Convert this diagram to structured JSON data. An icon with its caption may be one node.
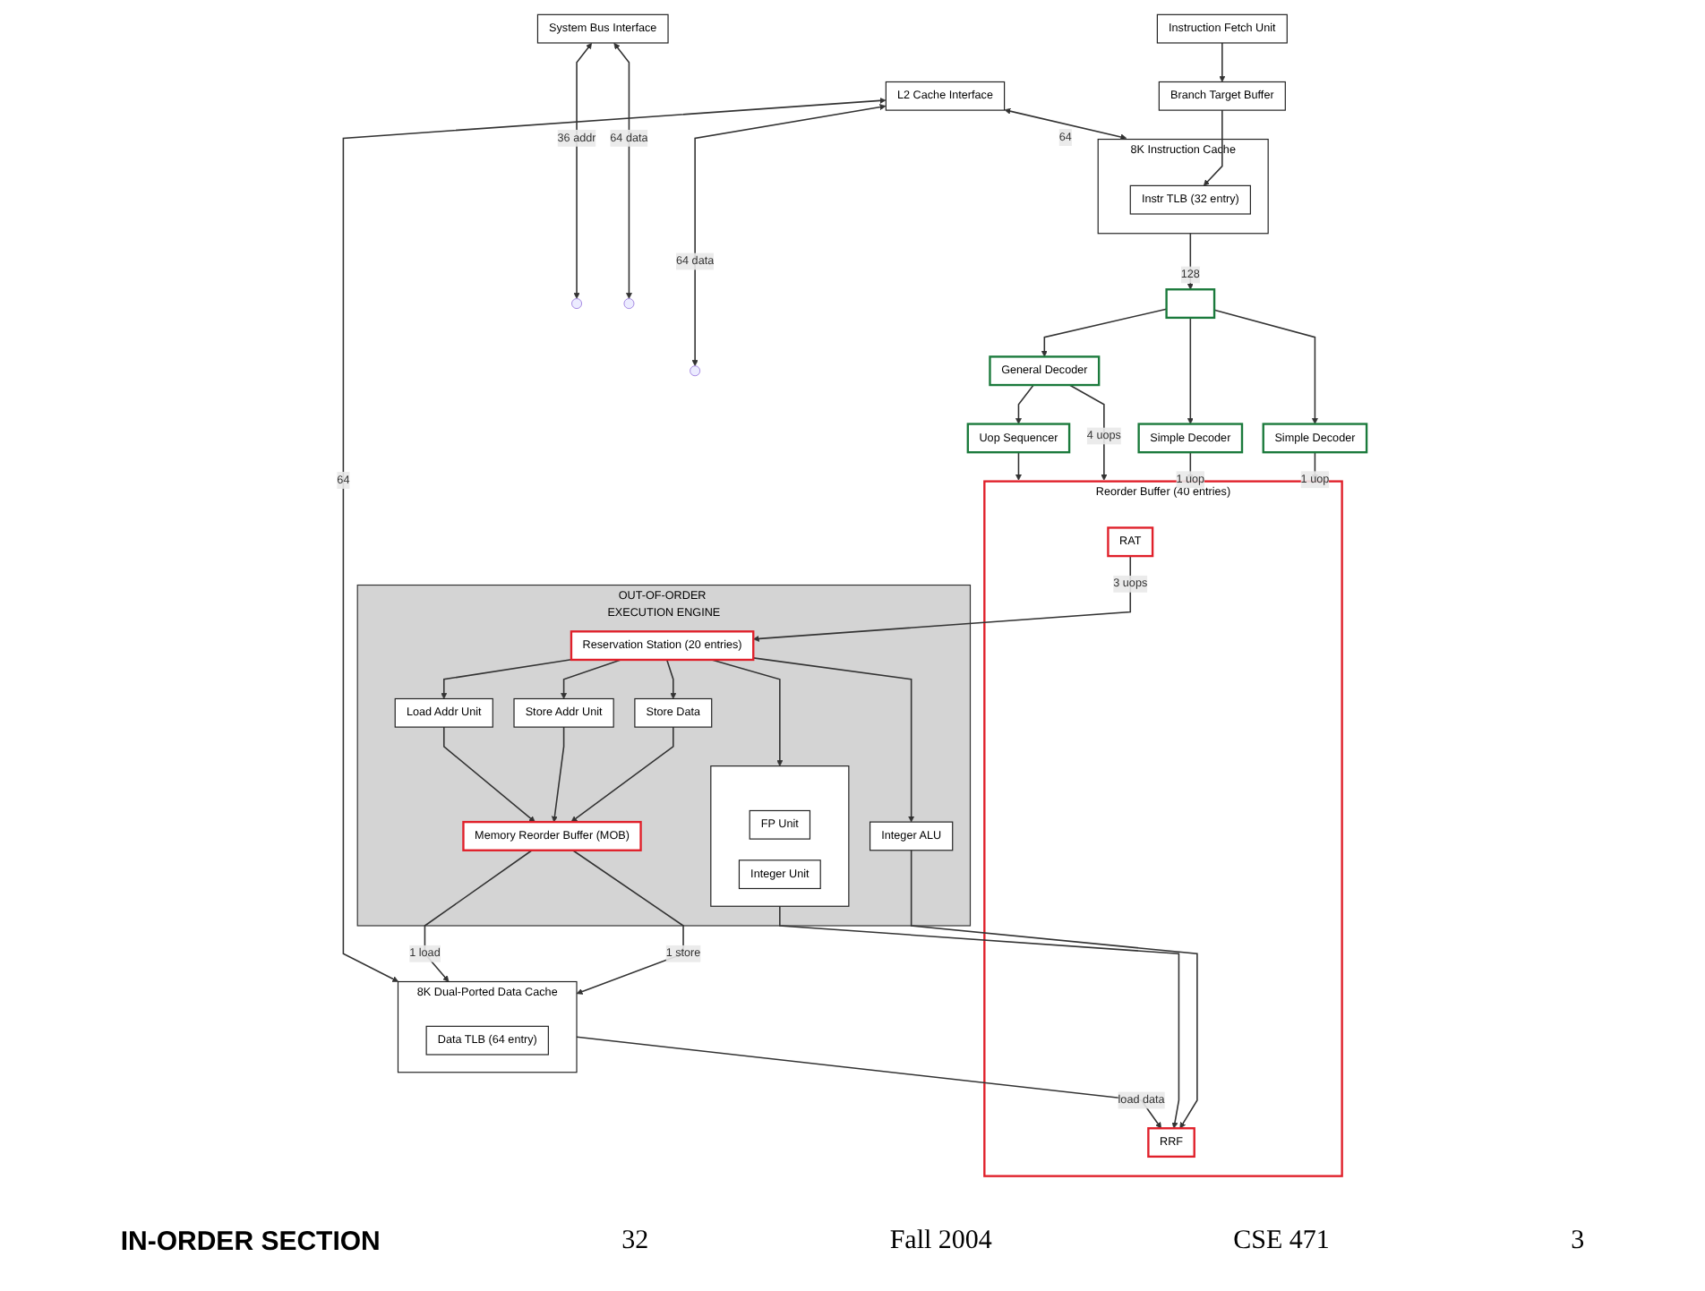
{
  "diagram": {
    "nodes": [
      {
        "text": [
          "8K Instruction Cache"
        ]
      },
      {
        "text": [
          "Instr TLB (32 entry)"
        ],
        "in": 0
      },
      {
        "text": [
          "Branch Target Buffer"
        ]
      },
      {
        "text": [
          "Instruction Fetch Unit"
        ]
      },
      {
        "text": [],
        "shape": "box"
      },
      {
        "text": [
          "Simple Decoder"
        ]
      },
      {
        "text": [
          "Simple Decoder"
        ]
      },
      {
        "text": [
          "General Decoder"
        ]
      },
      {
        "text": [
          "Uop Sequencer"
        ]
      },
      {
        "text": [
          "Reorder Buffer (40 entries)"
        ]
      },
      {
        "text": [
          "RAT"
        ],
        "in": 9
      },
      {
        "text": [
          "RRF"
        ],
        "in": 9
      },
      {
        "text": [
          "OUT-OF-ORDER EXECUTION ENGINE"
        ]
      },
      {
        "text": [
          "Reservation Station (20 entries)"
        ],
        "in": 12
      },
      {
        "text": [
          "Store Data"
        ],
        "in": 12
      },
      {
        "text": [
          "Store Addr Unit"
        ],
        "in": 12
      },
      {
        "text": [
          "Load Addr Unit"
        ],
        "in": 12
      },
      {
        "text": [
          "Integer ALU"
        ],
        "in": 12
      },
      {
        "text": [],
        "shape": "box",
        "in": 12
      },
      {
        "text": [
          "FP Unit"
        ],
        "in": 18
      },
      {
        "text": [
          "Integer Unit"
        ],
        "in": 18
      },
      {
        "text": [
          "Memory Reorder Buffer (MOB)"
        ],
        "in": 12
      },
      {
        "text": [
          "8K Dual-Ported Data Cache"
        ]
      },
      {
        "text": [
          "Data TLB (64 entry)"
        ],
        "in": 22
      },
      {
        "text": [
          "System Bus Interface"
        ]
      },
      {
        "text": [
          "L2 Cache Interface"
        ]
      }
    ],
    "edges": [
      {
        "from": 3,
        "to": 2,
        "arrow": "to"
      },
      {
        "from": 2,
        "to": 1,
        "arrow": "to"
      },
      {
        "from": 0,
        "to": 4,
        "arrow": "to",
        "label": "128"
      },
      {
        "from": 4,
        "to": 5,
        "arrow": "to"
      },
      {
        "from": 4,
        "to": 6,
        "arrow": "to"
      },
      {
        "from": 4,
        "to": 7,
        "arrow": "to"
      },
      {
        "from": 7,
        "to": 8,
        "arrow": "to"
      },
      {
        "from": 5,
        "to": 9,
        "arrow": "to",
        "label": "1 uop"
      },
      {
        "from": 6,
        "to": 9,
        "arrow": "to",
        "label": "1 uop"
      },
      {
        "from": 7,
        "to": 9,
        "arrow": "to",
        "label": "4 uops"
      },
      {
        "from": 8,
        "to": 9,
        "arrow": "to"
      },
      {
        "from": 10,
        "to": 13,
        "arrow": "to",
        "label": "3 uops"
      },
      {
        "from": 13,
        "to": 14,
        "arrow": "to"
      },
      {
        "from": 13,
        "to": 15,
        "arrow": "to"
      },
      {
        "from": 13,
        "to": 16,
        "arrow": "to"
      },
      {
        "from": 13,
        "to": 17,
        "arrow": "to"
      },
      {
        "from": 13,
        "to": 18,
        "arrow": "to"
      },
      {
        "from": 18,
        "to": 11,
        "arrow": "to"
      },
      {
        "from": 17,
        "to": 11,
        "arrow": "to"
      },
      {
        "from": 22,
        "to": 11,
        "arrow": "to",
        "label": "load data"
      },
      {
        "from": 14,
        "to": 21,
        "arrow": "to"
      },
      {
        "from": 15,
        "to": 21,
        "arrow": "to"
      },
      {
        "from": 16,
        "to": 21,
        "arrow": "to"
      },
      {
        "from": 21,
        "to": 22,
        "arrow": "to",
        "label": "1 store"
      },
      {
        "from": 21,
        "to": 22,
        "arrow": "to",
        "label": "1 load"
      },
      {
        "from": 25,
        "to": 0,
        "arrow": "both",
        "label": "64"
      },
      {
        "from": 25,
        "to": 22,
        "arrow": "both",
        "label": "64"
      },
      {
        "from": 24,
        "to": null,
        "arrow": "both",
        "label": "36 addr"
      },
      {
        "from": 24,
        "to": null,
        "arrow": "both",
        "label": "64 data"
      },
      {
        "from": 25,
        "to": null,
        "arrow": "both",
        "label": "64 data"
      }
    ],
    "labels": [
      "IN-ORDER SECTION",
      "32",
      "Fall 2004",
      "CSE 471",
      "3"
    ]
  }
}
